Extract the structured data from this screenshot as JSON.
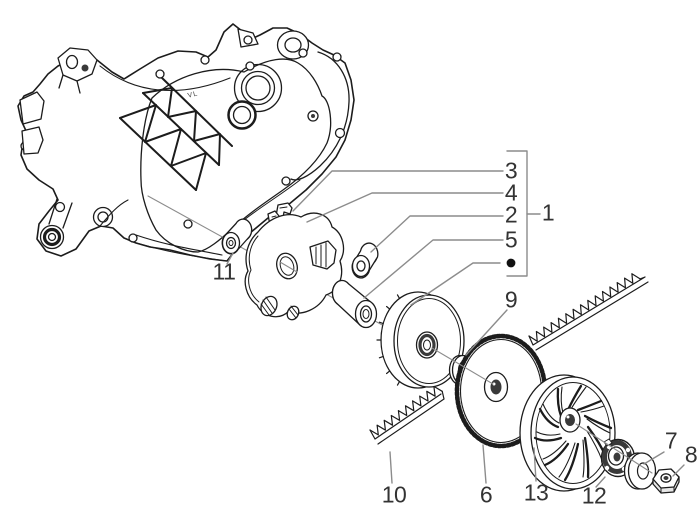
{
  "callouts": {
    "c1": "1",
    "c2": "2",
    "c3": "3",
    "c4": "4",
    "c5": "5",
    "c6": "6",
    "c7": "7",
    "c8": "8",
    "c9": "9",
    "c10": "10",
    "c11": "11",
    "c12": "12",
    "c13": "13"
  },
  "case_marking": "VL",
  "colors": {
    "bg": "#ffffff",
    "ink": "#1c1c1c",
    "leader": "#8c8c8c",
    "label": "#333333",
    "bullet": "#111111",
    "shade": "#3a3a3a"
  }
}
